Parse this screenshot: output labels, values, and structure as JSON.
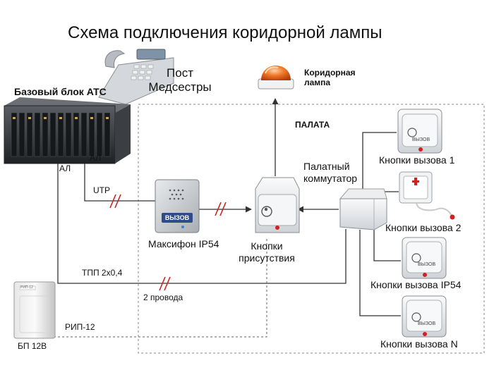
{
  "title": "Схема подключения коридорной лампы",
  "labels": {
    "base_unit": "Базовый блок АТС",
    "nurse_post_line1": "Пост",
    "nurse_post_line2": "Медсестры",
    "corridor_lamp_line1": "Коридорная",
    "corridor_lamp_line2": "лампа",
    "ward": "ПАЛАТА",
    "al_left": "АЛ",
    "al_right": "АЛ",
    "utp": "UTP",
    "maxifon": "Максифон IP54",
    "maxifon_sign": "ВЫЗОВ",
    "presence_line1": "Кнопки",
    "presence_line2": "присутствия",
    "switch_line1": "Палатный",
    "switch_line2": "коммутатор",
    "call_button_1": "Кнопки вызова 1",
    "call_button_2": "Кнопки вызова 2",
    "call_button_ip54": "Кнопки вызова IP54",
    "call_button_n": "Кнопки вызова N",
    "call_button_text": "ВЫЗОВ",
    "cable_tpp": "ТПП 2х0,4",
    "two_wires": "2 провода",
    "psu_model": "РИП-12",
    "psu": "БП 12В"
  },
  "colors": {
    "wire": "#333333",
    "dashed_frame": "#888888",
    "slash_mark": "#cc2222",
    "lamp": "#e8661a",
    "led_red": "#d02020"
  }
}
